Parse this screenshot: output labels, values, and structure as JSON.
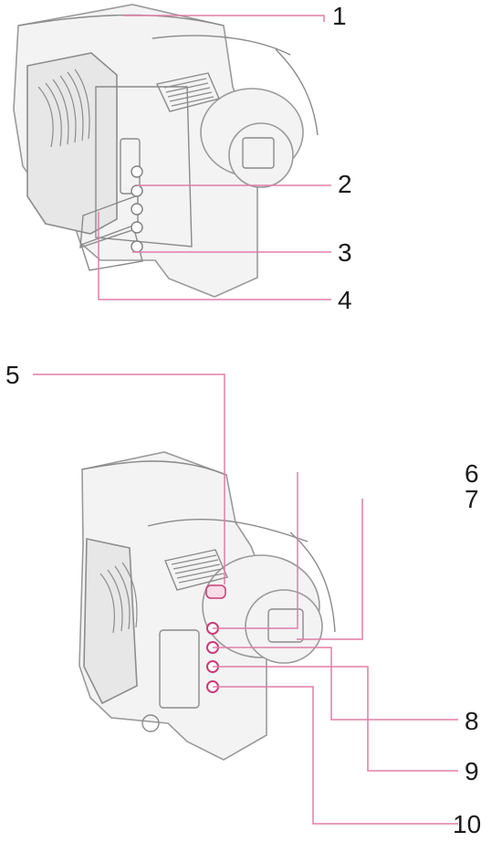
{
  "diagram": {
    "colors": {
      "leader": "#e07ea6",
      "highlight": "#c63d76",
      "outline": "#8a8a8a"
    },
    "callouts": [
      {
        "label": "1"
      },
      {
        "label": "2"
      },
      {
        "label": "3"
      },
      {
        "label": "4"
      },
      {
        "label": "5"
      },
      {
        "label": "6"
      },
      {
        "label": "7"
      },
      {
        "label": "8"
      },
      {
        "label": "9"
      },
      {
        "label": "10"
      }
    ]
  }
}
